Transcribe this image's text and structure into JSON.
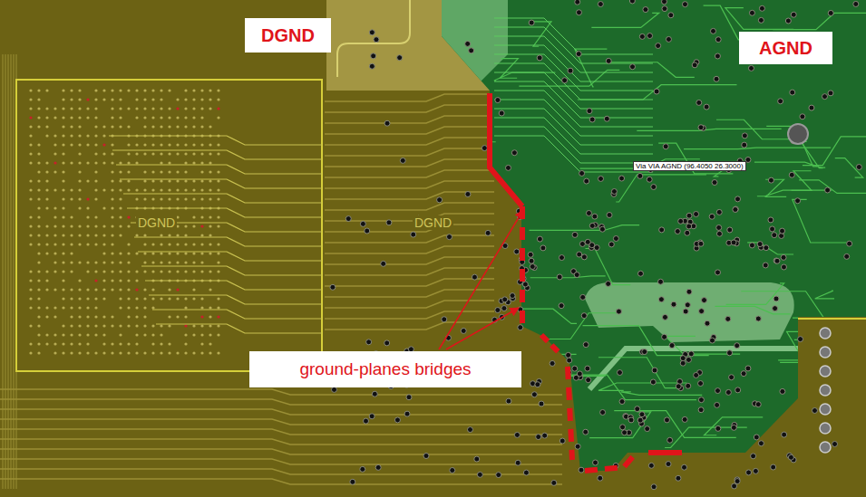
{
  "diagram": {
    "nodes": [
      {
        "text": [
          "DGND"
        ]
      },
      {
        "text": [
          "AGND"
        ]
      },
      {
        "text": [
          "ground-planes bridges"
        ]
      }
    ],
    "labels": [
      "DGND",
      "DGND",
      "Via VIA AGND (96.4050 26.3000)"
    ]
  }
}
